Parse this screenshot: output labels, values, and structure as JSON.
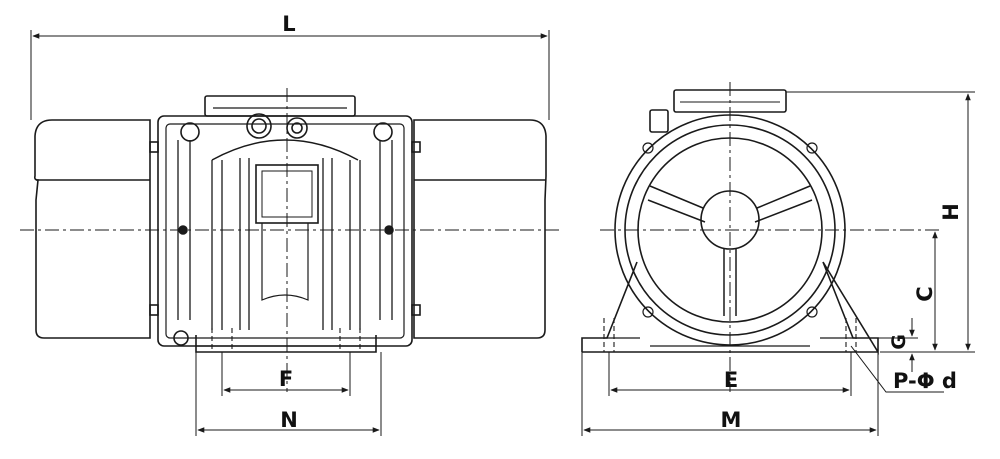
{
  "drawing": {
    "front_view": {
      "dim_length": "L",
      "dim_mount_spacing": "F",
      "dim_base_width": "N"
    },
    "side_view": {
      "dim_height": "H",
      "dim_center_height": "C",
      "dim_foot_thickness": "G",
      "dim_bolt_spacing": "E",
      "dim_overall_width": "M",
      "bolt_hole_spec": "P-Φ d"
    }
  },
  "colors": {
    "line": "#1a1a1a",
    "background": "#ffffff"
  }
}
